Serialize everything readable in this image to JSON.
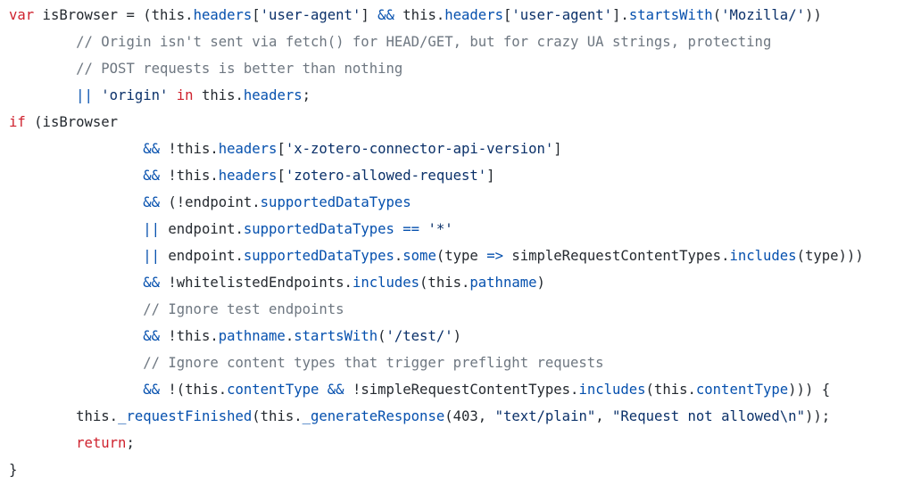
{
  "colors": {
    "background": "#ffffff",
    "keyword": "#cf222e",
    "property": "#0550ae",
    "string": "#0a3069",
    "comment": "#6e7781",
    "text": "#24292f"
  },
  "code": {
    "lines": [
      [
        {
          "t": "kw",
          "v": "var"
        },
        {
          "t": "txt",
          "v": " isBrowser = (this."
        },
        {
          "t": "prop",
          "v": "headers"
        },
        {
          "t": "txt",
          "v": "["
        },
        {
          "t": "str",
          "v": "'user-agent'"
        },
        {
          "t": "txt",
          "v": "] "
        },
        {
          "t": "op",
          "v": "&&"
        },
        {
          "t": "txt",
          "v": " this."
        },
        {
          "t": "prop",
          "v": "headers"
        },
        {
          "t": "txt",
          "v": "["
        },
        {
          "t": "str",
          "v": "'user-agent'"
        },
        {
          "t": "txt",
          "v": "]."
        },
        {
          "t": "prop",
          "v": "startsWith"
        },
        {
          "t": "txt",
          "v": "("
        },
        {
          "t": "str",
          "v": "'Mozilla/'"
        },
        {
          "t": "txt",
          "v": "))"
        }
      ],
      [
        {
          "t": "txt",
          "v": "        "
        },
        {
          "t": "cmt",
          "v": "// Origin isn't sent via fetch() for HEAD/GET, but for crazy UA strings, protecting"
        }
      ],
      [
        {
          "t": "txt",
          "v": "        "
        },
        {
          "t": "cmt",
          "v": "// POST requests is better than nothing"
        }
      ],
      [
        {
          "t": "txt",
          "v": "        "
        },
        {
          "t": "op",
          "v": "||"
        },
        {
          "t": "txt",
          "v": " "
        },
        {
          "t": "str",
          "v": "'origin'"
        },
        {
          "t": "txt",
          "v": " "
        },
        {
          "t": "kw",
          "v": "in"
        },
        {
          "t": "txt",
          "v": " this."
        },
        {
          "t": "prop",
          "v": "headers"
        },
        {
          "t": "txt",
          "v": ";"
        }
      ],
      [
        {
          "t": "kw",
          "v": "if"
        },
        {
          "t": "txt",
          "v": " (isBrowser"
        }
      ],
      [
        {
          "t": "txt",
          "v": "                "
        },
        {
          "t": "op",
          "v": "&&"
        },
        {
          "t": "txt",
          "v": " !this."
        },
        {
          "t": "prop",
          "v": "headers"
        },
        {
          "t": "txt",
          "v": "["
        },
        {
          "t": "str",
          "v": "'x-zotero-connector-api-version'"
        },
        {
          "t": "txt",
          "v": "]"
        }
      ],
      [
        {
          "t": "txt",
          "v": "                "
        },
        {
          "t": "op",
          "v": "&&"
        },
        {
          "t": "txt",
          "v": " !this."
        },
        {
          "t": "prop",
          "v": "headers"
        },
        {
          "t": "txt",
          "v": "["
        },
        {
          "t": "str",
          "v": "'zotero-allowed-request'"
        },
        {
          "t": "txt",
          "v": "]"
        }
      ],
      [
        {
          "t": "txt",
          "v": "                "
        },
        {
          "t": "op",
          "v": "&&"
        },
        {
          "t": "txt",
          "v": " (!endpoint."
        },
        {
          "t": "prop",
          "v": "supportedDataTypes"
        }
      ],
      [
        {
          "t": "txt",
          "v": "                "
        },
        {
          "t": "op",
          "v": "||"
        },
        {
          "t": "txt",
          "v": " endpoint."
        },
        {
          "t": "prop",
          "v": "supportedDataTypes"
        },
        {
          "t": "txt",
          "v": " "
        },
        {
          "t": "op",
          "v": "=="
        },
        {
          "t": "txt",
          "v": " "
        },
        {
          "t": "str",
          "v": "'*'"
        }
      ],
      [
        {
          "t": "txt",
          "v": "                "
        },
        {
          "t": "op",
          "v": "||"
        },
        {
          "t": "txt",
          "v": " endpoint."
        },
        {
          "t": "prop",
          "v": "supportedDataTypes"
        },
        {
          "t": "txt",
          "v": "."
        },
        {
          "t": "prop",
          "v": "some"
        },
        {
          "t": "txt",
          "v": "(type "
        },
        {
          "t": "op",
          "v": "=>"
        },
        {
          "t": "txt",
          "v": " simpleRequestContentTypes."
        },
        {
          "t": "prop",
          "v": "includes"
        },
        {
          "t": "txt",
          "v": "(type)))"
        }
      ],
      [
        {
          "t": "txt",
          "v": "                "
        },
        {
          "t": "op",
          "v": "&&"
        },
        {
          "t": "txt",
          "v": " !whitelistedEndpoints."
        },
        {
          "t": "prop",
          "v": "includes"
        },
        {
          "t": "txt",
          "v": "(this."
        },
        {
          "t": "prop",
          "v": "pathname"
        },
        {
          "t": "txt",
          "v": ")"
        }
      ],
      [
        {
          "t": "txt",
          "v": "                "
        },
        {
          "t": "cmt",
          "v": "// Ignore test endpoints"
        }
      ],
      [
        {
          "t": "txt",
          "v": "                "
        },
        {
          "t": "op",
          "v": "&&"
        },
        {
          "t": "txt",
          "v": " !this."
        },
        {
          "t": "prop",
          "v": "pathname"
        },
        {
          "t": "txt",
          "v": "."
        },
        {
          "t": "prop",
          "v": "startsWith"
        },
        {
          "t": "txt",
          "v": "("
        },
        {
          "t": "str",
          "v": "'/test/'"
        },
        {
          "t": "txt",
          "v": ")"
        }
      ],
      [
        {
          "t": "txt",
          "v": "                "
        },
        {
          "t": "cmt",
          "v": "// Ignore content types that trigger preflight requests"
        }
      ],
      [
        {
          "t": "txt",
          "v": "                "
        },
        {
          "t": "op",
          "v": "&&"
        },
        {
          "t": "txt",
          "v": " !(this."
        },
        {
          "t": "prop",
          "v": "contentType"
        },
        {
          "t": "txt",
          "v": " "
        },
        {
          "t": "op",
          "v": "&&"
        },
        {
          "t": "txt",
          "v": " !simpleRequestContentTypes."
        },
        {
          "t": "prop",
          "v": "includes"
        },
        {
          "t": "txt",
          "v": "(this."
        },
        {
          "t": "prop",
          "v": "contentType"
        },
        {
          "t": "txt",
          "v": "))) {"
        }
      ],
      [
        {
          "t": "txt",
          "v": "        this."
        },
        {
          "t": "prop",
          "v": "_requestFinished"
        },
        {
          "t": "txt",
          "v": "(this."
        },
        {
          "t": "prop",
          "v": "_generateResponse"
        },
        {
          "t": "txt",
          "v": "(403, "
        },
        {
          "t": "str",
          "v": "\"text/plain\""
        },
        {
          "t": "txt",
          "v": ", "
        },
        {
          "t": "str",
          "v": "\"Request not allowed\\n\""
        },
        {
          "t": "txt",
          "v": "));"
        }
      ],
      [
        {
          "t": "txt",
          "v": "        "
        },
        {
          "t": "kw",
          "v": "return"
        },
        {
          "t": "txt",
          "v": ";"
        }
      ],
      [
        {
          "t": "txt",
          "v": "}"
        }
      ]
    ]
  }
}
